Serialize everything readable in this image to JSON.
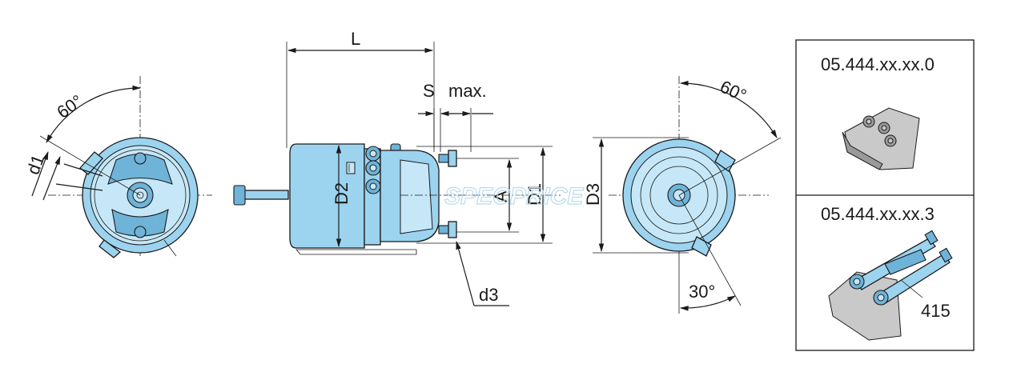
{
  "labels": {
    "angle_left": "60°",
    "d1": "d1",
    "L": "L",
    "S": "S",
    "max": "max.",
    "D2": "D2",
    "A": "A",
    "D1": "D1",
    "d3": "d3",
    "D3": "D3",
    "angle_right_top": "60°",
    "angle_right_bottom": "30°"
  },
  "variants": {
    "top_code": "05.444.xx.xx.0",
    "bottom_code": "05.444.xx.xx.3",
    "part_number": "415"
  },
  "watermark": "SPECPRICE",
  "colors": {
    "part_fill": "#9cd3ef",
    "part_dark": "#6fb3d8",
    "line": "#1a1a1a",
    "bracket_gray": "#c9c9c9"
  }
}
